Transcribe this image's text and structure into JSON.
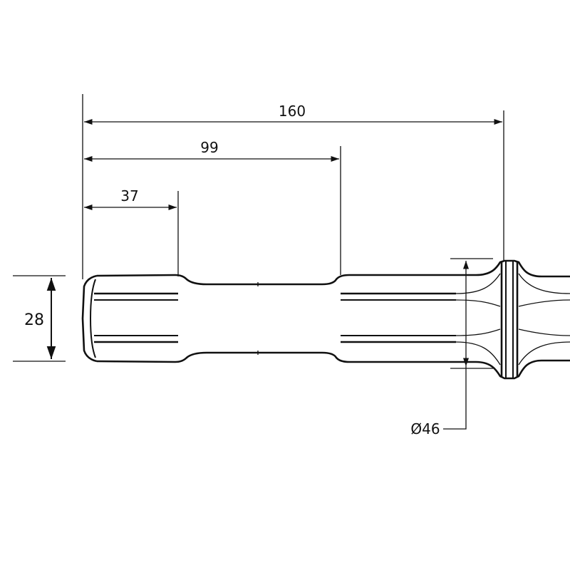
{
  "dimensions": {
    "overall_length": "160",
    "middle_length": "99",
    "short_length": "37",
    "shaft_diameter": "28",
    "collar_diameter": "Ø46"
  },
  "colors": {
    "line": "#111111",
    "background": "#ffffff"
  }
}
